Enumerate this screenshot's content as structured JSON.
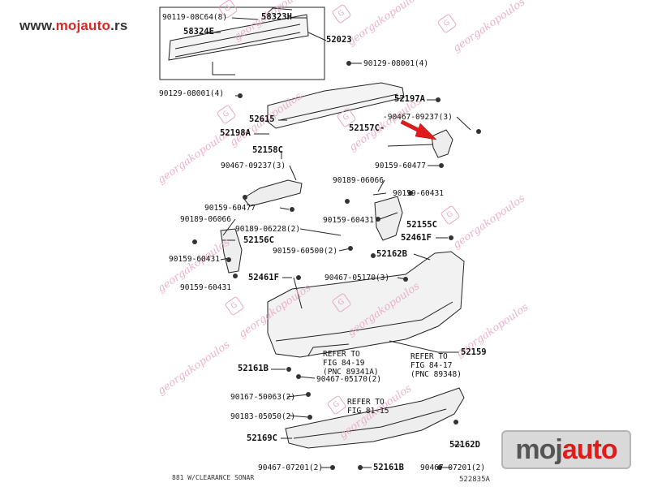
{
  "site": {
    "url_prefix": "www.",
    "url_brand": "mojauto",
    "url_suffix": ".rs"
  },
  "logo": {
    "part1": "moj",
    "part2": "auto"
  },
  "watermark": {
    "text": "georgakopoulos",
    "badge": "G"
  },
  "figure_id": "522835A",
  "footer_note": "881 W/CLEARANCE SONAR",
  "colors": {
    "accent": "#e11b1b",
    "watermark": "#e7a6c4",
    "line": "#222222"
  },
  "parts": {
    "p90119": "90119-08C64(8)",
    "p58323H": "58323H",
    "p58324E": "58324E",
    "p52023": "52023",
    "p90129_right": "90129-08001(4)",
    "p90129_left": "90129-08001(4)",
    "p52197A": "52197A",
    "p90467_09237_right": "-90467-09237(3)",
    "p52615": "52615",
    "p52157C": "52157C-",
    "p52198A": "52198A",
    "p52158C": "52158C",
    "p90467_09237_left": "90467-09237(3)",
    "p90159_60477_right": "90159-60477",
    "p90189_06066_mid": "90189-06066",
    "p90159_60431_r": "90159-60431",
    "p90159_60477_left": "90159-60477",
    "p90189_06066_left": "90189-06066",
    "p90159_60431_mid": "90159-60431",
    "p52155C": "52155C",
    "p90189_06228": "90189-06228(2)",
    "p52461F_right": "52461F",
    "p52156C": "52156C",
    "p90159_60500": "90159-60500(2)",
    "p90159_60431_l1": "90159-60431",
    "p52162B": "52162B",
    "p52461F_left": "52461F",
    "p90467_05170_top": "90467-05170(3)",
    "p90159_60431_l2": "90159-60431",
    "refer_a_line1": "REFER TO",
    "refer_a_line2": "FIG 84-19",
    "refer_a_line3": "(PNC 89341A)",
    "refer_b_line1": "REFER TO",
    "refer_b_line2": "FIG 84-17",
    "refer_b_line3": "(PNC 89348)",
    "p52159": "52159",
    "p52161B_top": "52161B",
    "p90467_05170_low": "90467-05170(2)",
    "p90167_50063": "90167-50063(2)",
    "refer_c_line1": "REFER TO",
    "refer_c_line2": "FIG 81-15",
    "p90183_05050": "90183-05050(2)",
    "p52169C": "52169C",
    "p52162D": "52162D",
    "p90467_07201_left": "90467-07201(2)",
    "p52161B_bottom": "52161B",
    "p90467_07201_right": "90467-07201(2)"
  }
}
